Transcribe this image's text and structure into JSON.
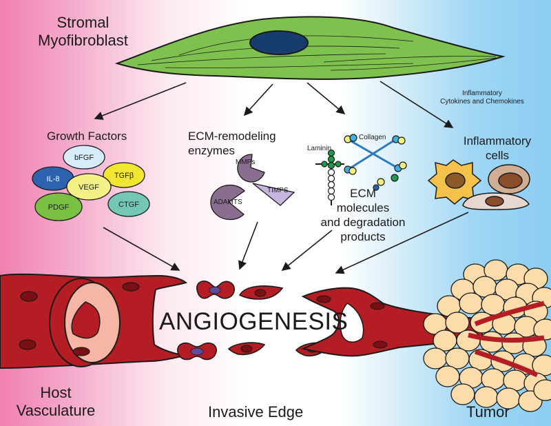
{
  "labels": {
    "stromal": "Stromal",
    "myofibroblast": "Myofibroblast",
    "growth_factors": "Growth Factors",
    "ecm_remodeling": "ECM-remodeling",
    "enzymes": "enzymes",
    "laminin": "Laminin",
    "collagen": "Collagen",
    "inflammatory_cytokines_1": "Inflammatory",
    "inflammatory_cytokines_2": "Cytokines and Chemokines",
    "inflammatory_cells_1": "Inflammatory",
    "inflammatory_cells_2": "cells",
    "ecm_1": "ECM",
    "ecm_2": "molecules",
    "ecm_3": "and degradation",
    "ecm_4": "products",
    "angiogenesis": "ANGIOGENESIS",
    "host_1": "Host",
    "host_2": "Vasculature",
    "invasive_edge": "Invasive Edge",
    "tumor": "Tumor"
  },
  "growth_factors": [
    "bFGF",
    "IL-8",
    "TGFβ",
    "VEGF",
    "PDGF",
    "CTGF"
  ],
  "enzymes": [
    "MMPs",
    "TIMPS",
    "ADAMTS"
  ],
  "colors": {
    "cell_green": "#7ec14e",
    "nucleus": "#163d6e",
    "vessel_red": "#b41d23",
    "tumor_cell": "#fbdcaa",
    "enzyme_purple": "#8a6e8f",
    "timps_lavender": "#c6b6df"
  }
}
